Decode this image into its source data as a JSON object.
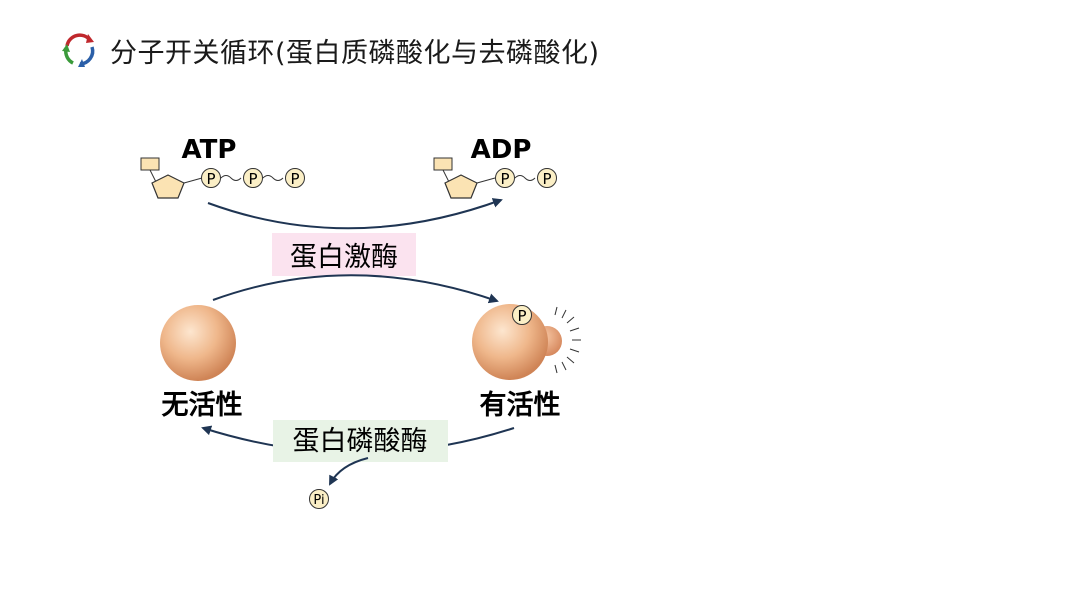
{
  "title": "分子开关循环(蛋白质磷酸化与去磷酸化)",
  "logo_icon": "cycle-arrows-icon",
  "nucleotides": {
    "atp_label": "ATP",
    "adp_label": "ADP",
    "phosphate_symbol": "P",
    "pi_symbol": "Pi"
  },
  "enzymes": {
    "kinase": "蛋白激酶",
    "phosphatase": "蛋白磷酸酶"
  },
  "states": {
    "inactive": "无活性",
    "active": "有活性"
  },
  "colors": {
    "arrow": "#1f3553",
    "kinase_bg": "#fbe3ef",
    "phosphatase_bg": "#e8f3e6",
    "protein_fill": "#e8a97c",
    "phosphate_fill": "#fbefc6",
    "sugar_fill": "#fbe3b3"
  }
}
